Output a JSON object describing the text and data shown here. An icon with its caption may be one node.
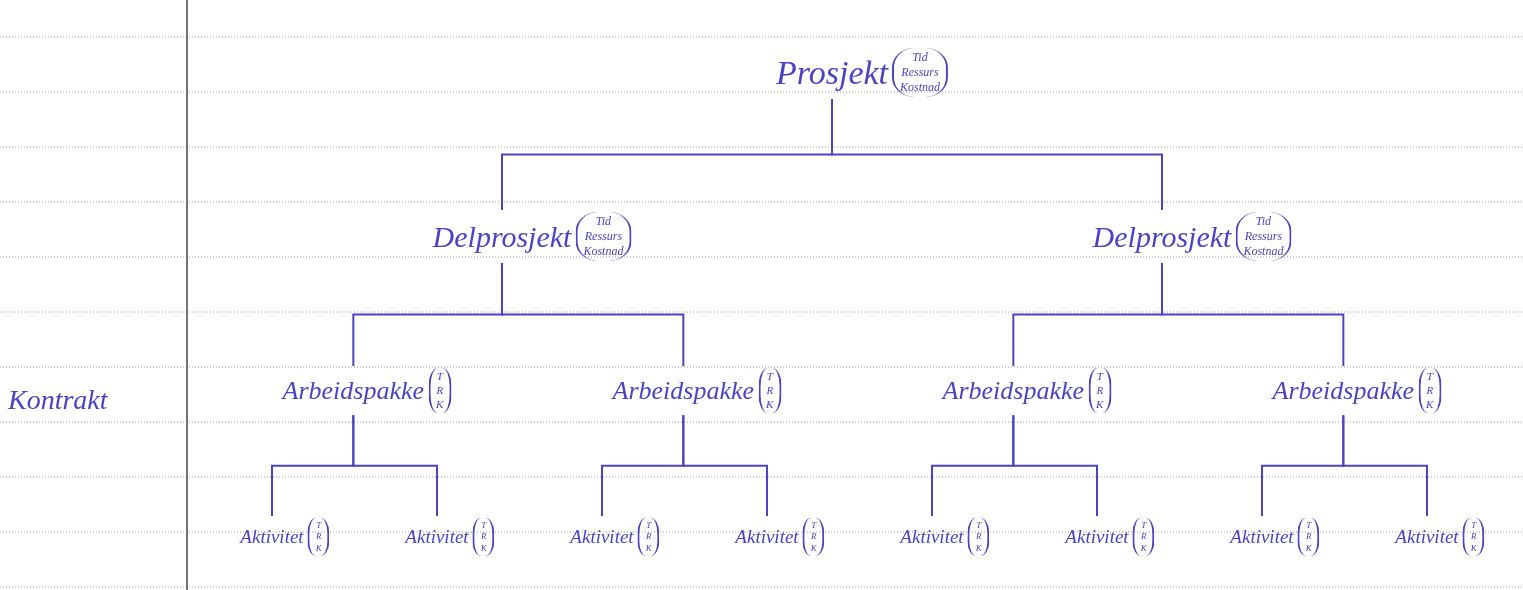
{
  "diagram": {
    "nodes": [
      {
        "text": [
          "Prosjekt",
          "Tid Ressurs Kostnad"
        ]
      },
      {
        "text": [
          "Delprosjekt",
          "Tid Ressurs Kostnad"
        ]
      },
      {
        "text": [
          "Delprosjekt",
          "Tid Ressurs Kostnad"
        ]
      },
      {
        "text": [
          "Arbeidspakke",
          "T R K"
        ]
      },
      {
        "text": [
          "Arbeidspakke",
          "T R K"
        ]
      },
      {
        "text": [
          "Arbeidspakke",
          "T R K"
        ]
      },
      {
        "text": [
          "Arbeidspakke",
          "T R K"
        ]
      },
      {
        "text": [
          "Aktivitet",
          "T R K"
        ]
      },
      {
        "text": [
          "Aktivitet",
          "T R K"
        ]
      },
      {
        "text": [
          "Aktivitet",
          "T R K"
        ]
      },
      {
        "text": [
          "Aktivitet",
          "T R K"
        ]
      },
      {
        "text": [
          "Aktivitet",
          "T R K"
        ]
      },
      {
        "text": [
          "Aktivitet",
          "T R K"
        ]
      },
      {
        "text": [
          "Aktivitet",
          "T R K"
        ]
      },
      {
        "text": [
          "Aktivitet",
          "T R K"
        ]
      }
    ],
    "edges": [
      {
        "from": 0,
        "to": 1,
        "arrow": "none"
      },
      {
        "from": 0,
        "to": 2,
        "arrow": "none"
      },
      {
        "from": 1,
        "to": 3,
        "arrow": "none"
      },
      {
        "from": 1,
        "to": 4,
        "arrow": "none"
      },
      {
        "from": 2,
        "to": 5,
        "arrow": "none"
      },
      {
        "from": 2,
        "to": 6,
        "arrow": "none"
      },
      {
        "from": 3,
        "to": 7,
        "arrow": "none"
      },
      {
        "from": 3,
        "to": 8,
        "arrow": "none"
      },
      {
        "from": 4,
        "to": 9,
        "arrow": "none"
      },
      {
        "from": 4,
        "to": 10,
        "arrow": "none"
      },
      {
        "from": 5,
        "to": 11,
        "arrow": "none"
      },
      {
        "from": 5,
        "to": 12,
        "arrow": "none"
      },
      {
        "from": 6,
        "to": 13,
        "arrow": "none"
      },
      {
        "from": 6,
        "to": 14,
        "arrow": "none"
      }
    ],
    "labels": [
      "Kontrakt"
    ]
  }
}
